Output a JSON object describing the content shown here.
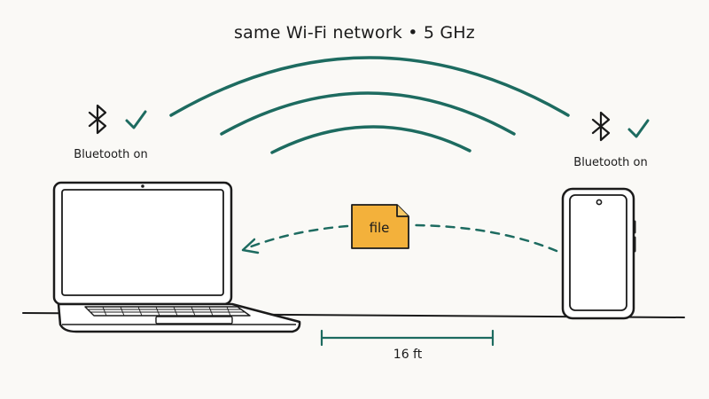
{
  "network": {
    "label": "same Wi-Fi network • 5 GHz"
  },
  "devices": {
    "laptop": {
      "bluetooth_label": "Bluetooth on",
      "bluetooth_icon": "bluetooth-icon",
      "status_icon": "check-icon"
    },
    "phone": {
      "bluetooth_label": "Bluetooth on",
      "bluetooth_icon": "bluetooth-icon",
      "status_icon": "check-icon"
    }
  },
  "transfer": {
    "file_label": "file",
    "file_color": "#f3b13b",
    "direction": "phone-to-laptop"
  },
  "distance": {
    "label": "16 ft"
  },
  "colors": {
    "accent": "#1d6b60",
    "ink": "#1b1b1b",
    "background": "#faf9f6"
  }
}
